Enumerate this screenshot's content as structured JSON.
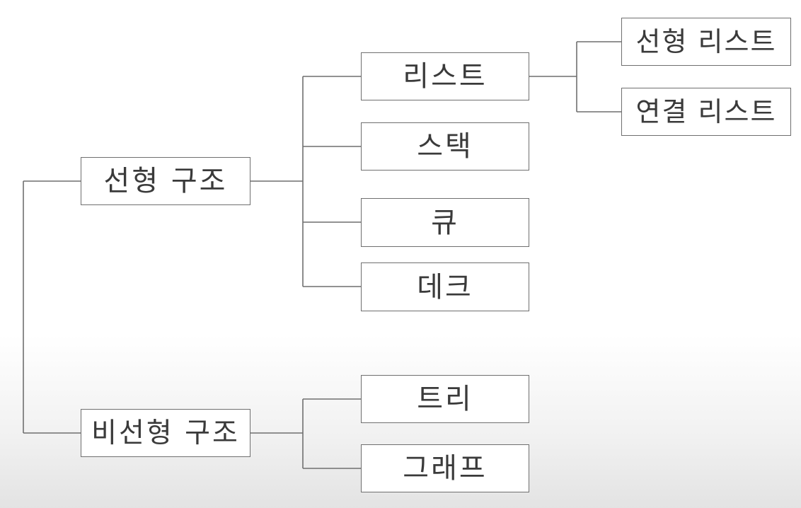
{
  "diagram": {
    "nodes": {
      "linear_structure": "선형 구조",
      "nonlinear_structure": "비선형 구조",
      "list": "리스트",
      "stack": "스택",
      "queue": "큐",
      "deque": "데크",
      "tree": "트리",
      "graph": "그래프",
      "singly_linked_list": "선형 리스트",
      "linked_list": "연결 리스트"
    },
    "edges": [
      [
        "linear_structure",
        "list"
      ],
      [
        "linear_structure",
        "stack"
      ],
      [
        "linear_structure",
        "queue"
      ],
      [
        "linear_structure",
        "deque"
      ],
      [
        "nonlinear_structure",
        "tree"
      ],
      [
        "nonlinear_structure",
        "graph"
      ],
      [
        "list",
        "singly_linked_list"
      ],
      [
        "list",
        "linked_list"
      ]
    ],
    "colors": {
      "line": "#6f6f6f",
      "text": "#3a3a3a",
      "box_fill": "#ffffff"
    }
  }
}
